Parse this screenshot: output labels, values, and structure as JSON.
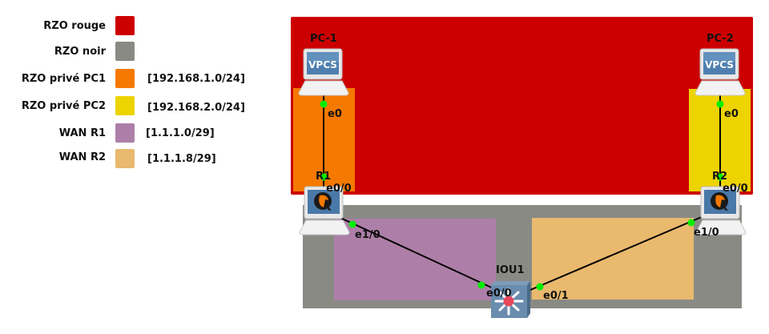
{
  "legend": [
    {
      "label": "RZO rouge",
      "color": "#cc0000",
      "network": ""
    },
    {
      "label": "RZO noir",
      "color": "#8a8a85",
      "network": ""
    },
    {
      "label": "RZO privé PC1",
      "color": "#f57900",
      "network": "[192.168.1.0/24]"
    },
    {
      "label": "RZO privé PC2",
      "color": "#edd400",
      "network": "[192.168.2.0/24]"
    },
    {
      "label": "WAN R1",
      "color": "#ad7fa8",
      "network": "[1.1.1.0/29]"
    },
    {
      "label": "WAN R2",
      "color": "#e9b96e",
      "network": "[1.1.1.8/29]"
    }
  ],
  "nodes": {
    "pc1": {
      "label": "PC-1",
      "icon_text": "VPCS"
    },
    "pc2": {
      "label": "PC-2",
      "icon_text": "VPCS"
    },
    "r1": {
      "label": "R1"
    },
    "r2": {
      "label": "R2"
    },
    "iou1": {
      "label": "IOU1"
    }
  },
  "ports": {
    "pc1_e0": "e0",
    "pc2_e0": "e0",
    "r1_e00": "e0/0",
    "r2_e00": "e0/0",
    "r1_e10": "e1/0",
    "r2_e10": "e1/0",
    "iou_e00": "e0/0",
    "iou_e01": "e0/1"
  },
  "colors": {
    "link": "#000000",
    "port_up": "#00ee00"
  }
}
